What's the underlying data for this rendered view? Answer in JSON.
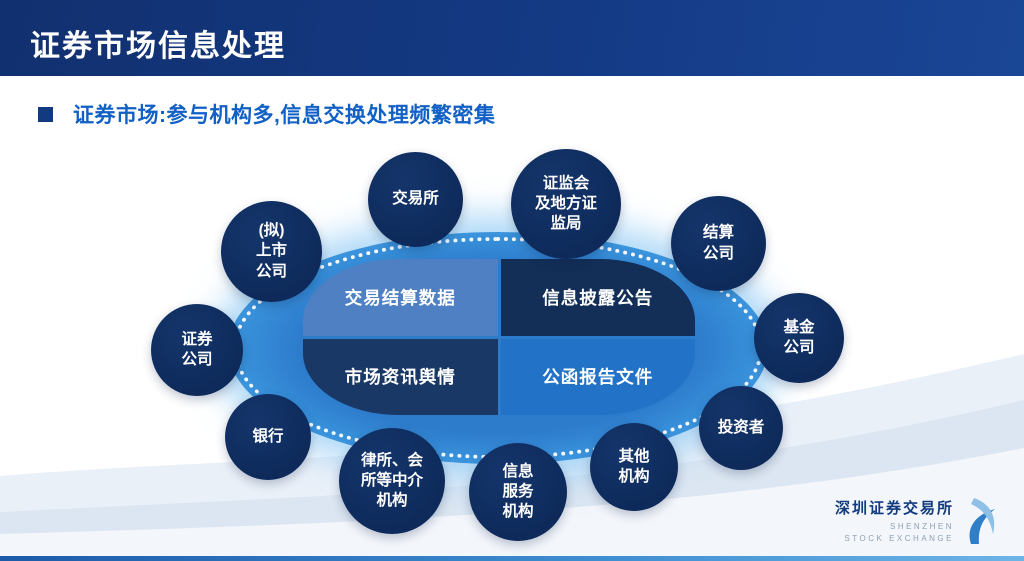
{
  "slide": {
    "title": "证券市场信息处理",
    "bullet_text": "证券市场:参与机构多,信息交换处理频繁密集"
  },
  "diagram": {
    "quadrants": [
      {
        "label": "交易结算数据"
      },
      {
        "label": "信息披露公告"
      },
      {
        "label": "市场资讯舆情"
      },
      {
        "label": "公函报告文件"
      }
    ],
    "nodes": [
      {
        "label": "交易所"
      },
      {
        "label": "证监会\n及地方证\n监局"
      },
      {
        "label": "结算\n公司"
      },
      {
        "label": "基金\n公司"
      },
      {
        "label": "投资者"
      },
      {
        "label": "其他\n机构"
      },
      {
        "label": "信息\n服务\n机构"
      },
      {
        "label": "律所、会\n所等中介\n机构"
      },
      {
        "label": "银行"
      },
      {
        "label": "证券\n公司"
      },
      {
        "label": "(拟)\n上市\n公司"
      }
    ]
  },
  "footer": {
    "org_cn": "深圳证券交易所",
    "org_en_line1": "SHENZHEN",
    "org_en_line2": "STOCK EXCHANGE"
  },
  "colors": {
    "header_bg": "#143a85",
    "subtitle_text": "#1160c6",
    "node_bg": "#0d2a5a",
    "quad_slate_blue": "#4e80c3",
    "quad_dark_navy": "#132e57",
    "quad_navy": "#1a3866",
    "quad_bright_blue": "#2273c8",
    "ellipse_blue": "#2d7ccc",
    "bottom_bar": "#3f8fd2"
  }
}
